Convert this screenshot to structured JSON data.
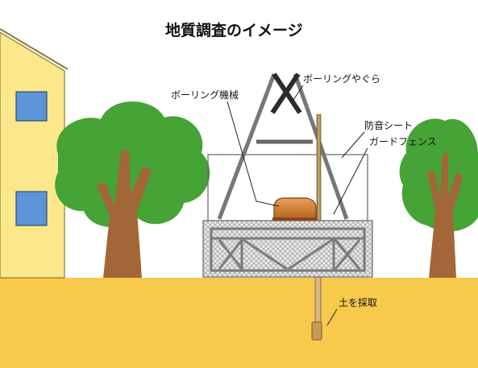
{
  "title": "地質調査のイメージ",
  "labels": {
    "rig": "ボーリングやぐら",
    "machine": "ボーリング機械",
    "sound_sheet": "防音シート",
    "guard_fence": "ガードフェンス",
    "soil_sampling": "土を採取"
  },
  "colors": {
    "sky": "#ffffff",
    "ground": "#f7ca4c",
    "house": "#fbe88a",
    "window": "#5b95d8",
    "tree_foliage": "#46a336",
    "tree_trunk": "#a26638",
    "machine": "#d8833a",
    "frame": "#777777",
    "mesh": "#b9b9b9"
  },
  "icons": [
    "house-icon",
    "tree-icon",
    "drilling-rig-icon",
    "drilling-machine-icon",
    "sampler-icon"
  ]
}
